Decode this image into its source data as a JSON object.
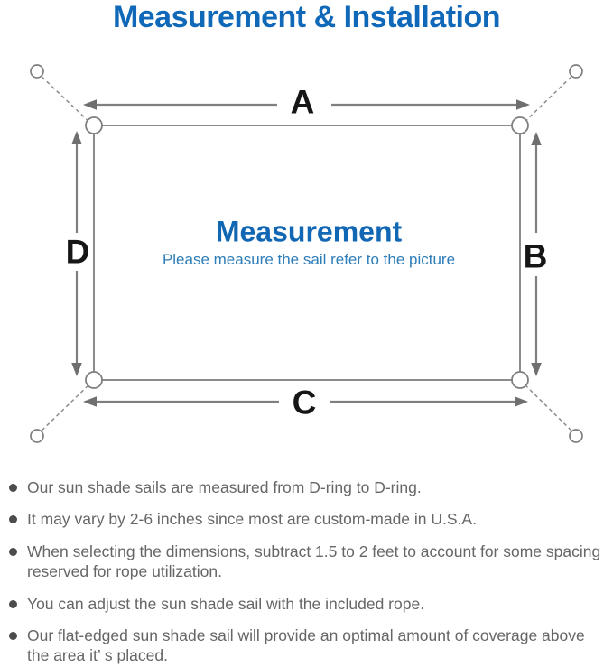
{
  "page": {
    "title": "Measurement & Installation"
  },
  "colors": {
    "title_blue": "#1068b8",
    "center_heading_blue": "#1167b3",
    "caption_blue": "#2d7db9",
    "dimension_label_black": "#161616",
    "line_gray": "#8c8c8c",
    "arrow_gray": "#7f7f7f",
    "note_text_gray": "#666666",
    "background": "#ffffff"
  },
  "diagram": {
    "labels": {
      "top": "A",
      "right": "B",
      "bottom": "C",
      "left": "D"
    },
    "center": {
      "heading": "Measurement",
      "caption": "Please measure the sail refer to the picture"
    }
  },
  "notes": {
    "items": [
      "Our sun shade sails are measured from D-ring to D-ring.",
      "It may vary by 2-6 inches since most are custom-made in U.S.A.",
      "When selecting the dimensions, subtract 1.5 to 2 feet to account for some spacing reserved for rope utilization.",
      "You can adjust the sun shade sail with the included rope.",
      "Our flat-edged sun shade sail will provide an optimal amount of coverage above the area it’ s placed."
    ]
  }
}
